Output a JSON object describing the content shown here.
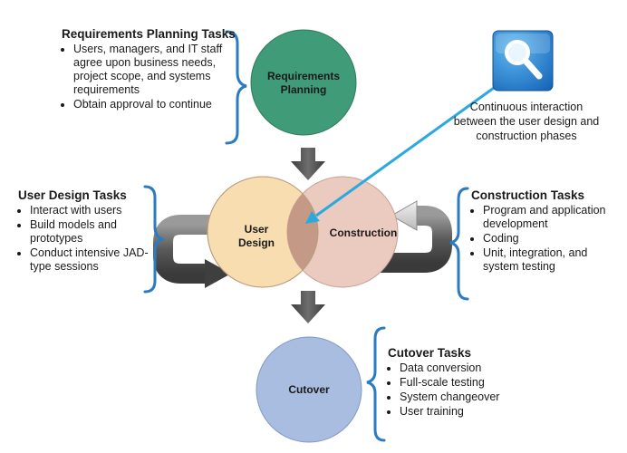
{
  "requirements_planning": {
    "circle_label_line1": "Requirements",
    "circle_label_line2": "Planning",
    "tasks_title": "Requirements Planning Tasks",
    "tasks": [
      "Users, managers, and IT staff agree upon business needs, project scope, and systems requirements",
      "Obtain approval to continue"
    ]
  },
  "user_design": {
    "circle_label_line1": "User",
    "circle_label_line2": "Design",
    "tasks_title": "User Design Tasks",
    "tasks": [
      "Interact with users",
      "Build models and prototypes",
      "Conduct intensive JAD-type sessions"
    ]
  },
  "construction": {
    "circle_label": "Construction",
    "tasks_title": "Construction Tasks",
    "tasks": [
      "Program and application development",
      "Coding",
      "Unit, integration, and system testing"
    ]
  },
  "cutover": {
    "circle_label": "Cutover",
    "tasks_title": "Cutover Tasks",
    "tasks": [
      "Data conversion",
      "Full-scale testing",
      "System changeover",
      "User training"
    ]
  },
  "interaction_note": "Continuous interaction between the user design and construction phases",
  "icons": {
    "magnifier": "magnifying-glass-icon"
  },
  "colors": {
    "requirements_circle": "#3f9b78",
    "user_design_circle": "#f7ddb0",
    "construction_circle": "#ebcbc0",
    "overlap": "#c49a86",
    "cutover_circle": "#a9bde1",
    "bracket_blue": "#2b7bc2",
    "pointer_arrow": "#2aa8e0",
    "flow_arrow": "#505050"
  }
}
